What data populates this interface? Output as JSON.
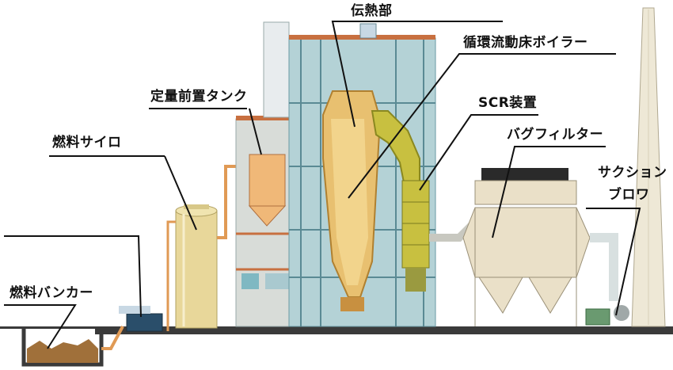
{
  "labels": {
    "heat_transfer": "伝熱部",
    "cfb_boiler": "循環流動床ボイラー",
    "scr": "SCR装置",
    "fixed_tank": "定量前置タンク",
    "bag_filter": "バグフィルター",
    "fuel_silo": "燃料サイロ",
    "suction_blower_1": "サクション",
    "suction_blower_2": "ブロワ",
    "fuel_bunker": "燃料バンカー"
  },
  "colors": {
    "ground": "#3a3a3a",
    "frame": "#7fb8c2",
    "boiler": "#e8c070",
    "duct": "#c8c040",
    "pipe": "#e09a55",
    "baghouse": "#eae0c8",
    "stack": "#eee8d6",
    "fuel": "#a0703a"
  }
}
